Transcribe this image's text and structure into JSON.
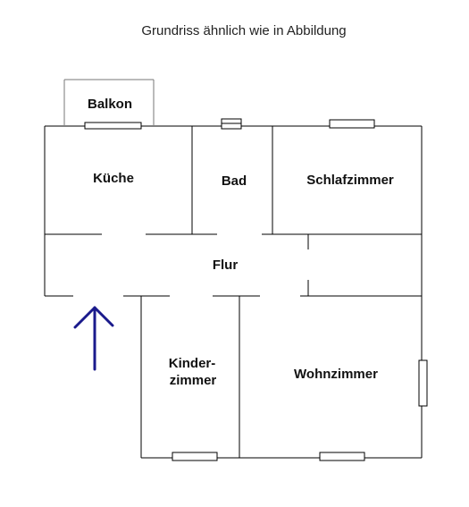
{
  "caption": "Grundriss ähnlich wie in Abbildung",
  "rooms": {
    "balkon": "Balkon",
    "kueche": "Küche",
    "bad": "Bad",
    "schlafzimmer": "Schlafzimmer",
    "flur": "Flur",
    "kinderzimmer_line1": "Kinder-",
    "kinderzimmer_line2": "zimmer",
    "wohnzimmer": "Wohnzimmer"
  },
  "colors": {
    "walls": "#000000",
    "arrow": "#1a1a8c",
    "balcony_outline": "#777777"
  },
  "entrance_marker": "arrow-up-icon"
}
